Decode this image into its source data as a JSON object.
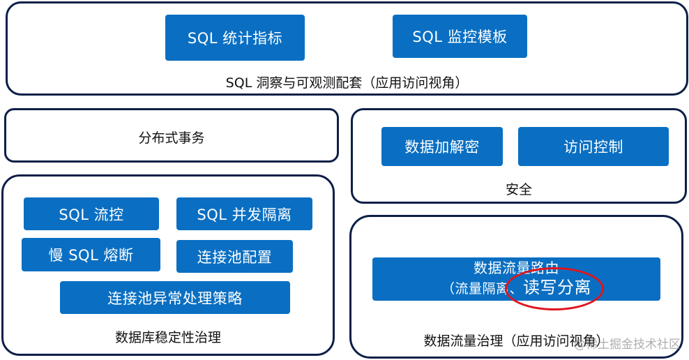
{
  "top_panel": {
    "buttons": [
      "SQL 统计指标",
      "SQL 监控模板"
    ],
    "caption": "SQL 洞察与可观测配套（应用访问视角）"
  },
  "transaction_panel": {
    "label": "分布式事务"
  },
  "security_panel": {
    "buttons": [
      "数据加解密",
      "访问控制"
    ],
    "caption": "安全"
  },
  "stability_panel": {
    "buttons": [
      "SQL 流控",
      "SQL 并发隔离",
      "慢 SQL 熔断",
      "连接池配置",
      "连接池异常处理策略"
    ],
    "caption": "数据库稳定性治理"
  },
  "traffic_panel": {
    "route_line1": "数据流量路由",
    "route_line2_prefix": "（流量隔离、",
    "route_line2_highlight": "读写分离",
    "caption": "数据流量治理（应用访问视角）"
  },
  "watermark": "@稀土掘金技术社区",
  "colors": {
    "button_blue": "#0a6fc2",
    "border_navy": "#0c1f47",
    "highlight_red": "#e0141c"
  }
}
